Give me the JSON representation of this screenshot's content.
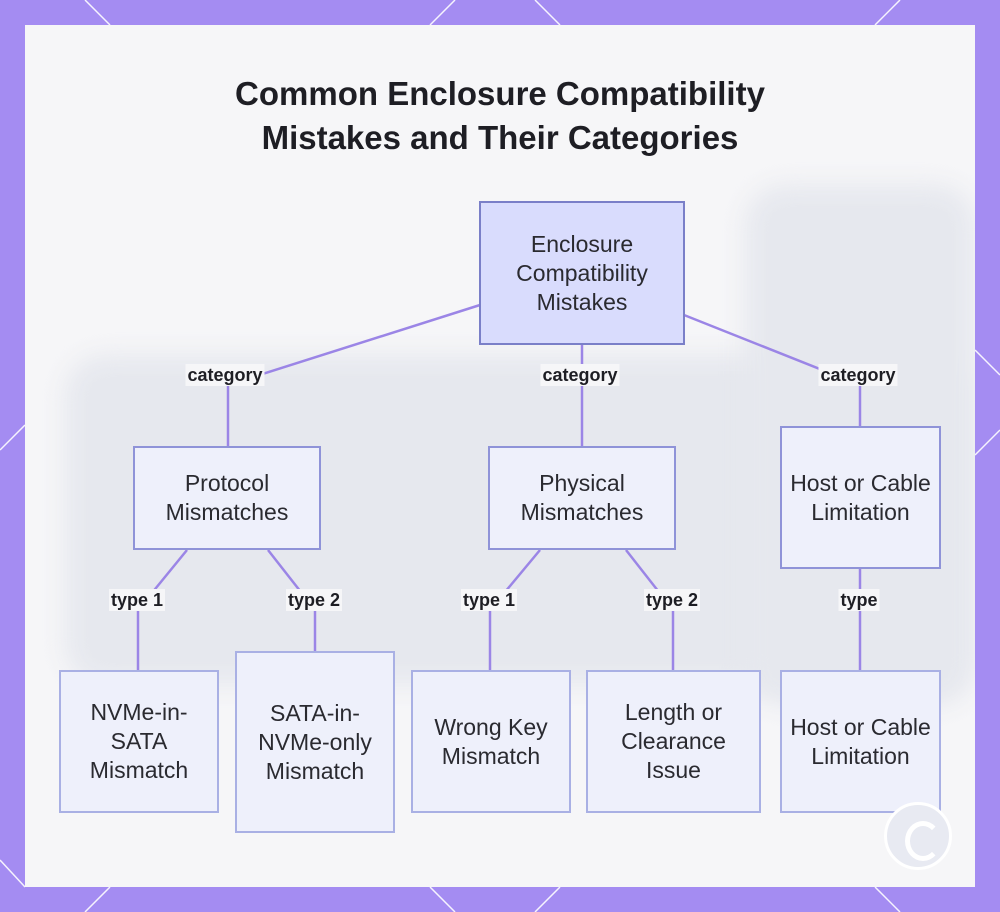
{
  "title_lines": [
    "Common Enclosure Compatibility",
    "Mistakes and Their Categories"
  ],
  "nodes": {
    "root": "Enclosure Compatibility Mistakes",
    "protocol": "Protocol Mismatches",
    "physical": "Physical Mismatches",
    "host_cat": "Host or Cable Limitation",
    "nvme_in_sata": "NVMe-in-SATA Mismatch",
    "sata_in_nvme": "SATA-in-NVMe-only Mismatch",
    "wrong_key": "Wrong Key Mismatch",
    "length": "Length or Clearance Issue",
    "host_leaf": "Host or Cable Limitation"
  },
  "edge_labels": {
    "category": "category",
    "type_1": "type 1",
    "type_2": "type 2",
    "type": "type"
  },
  "colors": {
    "frame": "#a48cf2",
    "edge": "#9b85e6",
    "root_fill": "#d9dcfd",
    "node_fill": "#eef0fb"
  }
}
